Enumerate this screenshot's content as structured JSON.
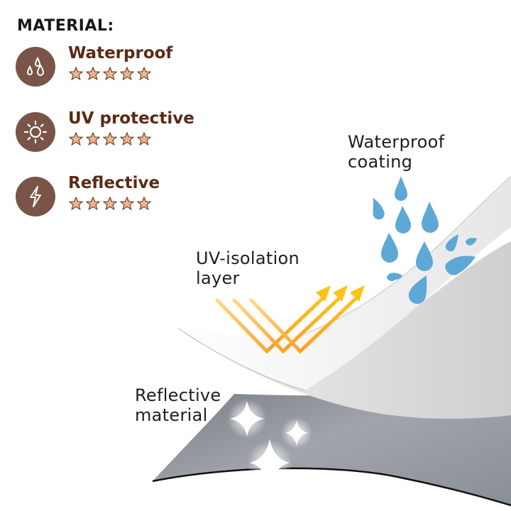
{
  "heading": "MATERIAL:",
  "features": [
    {
      "name": "Waterproof",
      "icon": "water-drops-icon",
      "rating": 5
    },
    {
      "name": "UV protective",
      "icon": "sun-icon",
      "rating": 5
    },
    {
      "name": "Reflective",
      "icon": "lightning-icon",
      "rating": 5
    }
  ],
  "layers": {
    "waterproof": {
      "line1": "Waterproof",
      "line2": "coating"
    },
    "uv": {
      "line1": "UV-isolation",
      "line2": "layer"
    },
    "reflective": {
      "line1": "Reflective",
      "line2": "material"
    }
  },
  "colors": {
    "brand_brown": "#7a5446",
    "title_brown": "#5a2a14",
    "star_fill": "#f0b48e",
    "drop_blue": "#5ea8d6",
    "arrow_orange": "#f7a21b",
    "reflective_gray": "#8a8f97"
  }
}
